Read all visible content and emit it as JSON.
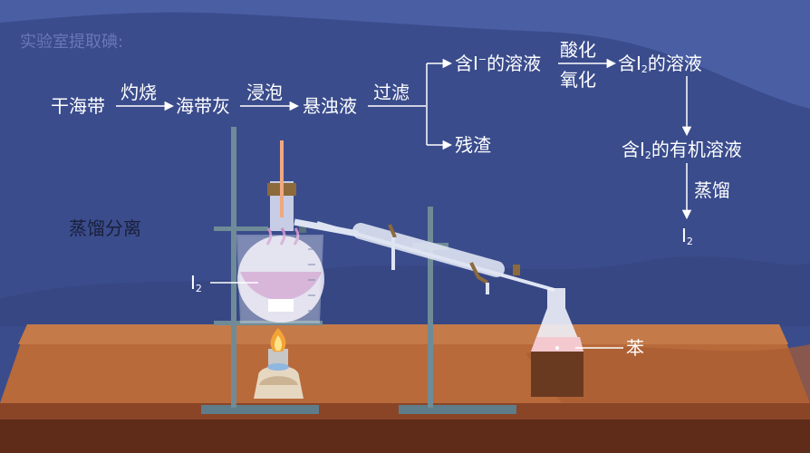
{
  "title": "实验室提取碘:",
  "flow": {
    "kelp": "干海带",
    "burn": "灼烧",
    "ash": "海带灰",
    "soak": "浸泡",
    "suspension": "悬浊液",
    "filter": "过滤",
    "iodide_pre": "含I",
    "iodide_sup": "−",
    "iodide_post": "的溶液",
    "acidify": "酸化",
    "oxidize": "氧化",
    "i2_pre": "含I",
    "i2_sub": "2",
    "i2_post": "的溶液",
    "residue": "残渣",
    "organic_pre": "含I",
    "organic_sub": "2",
    "organic_post": "的有机溶液",
    "distill": "蒸馏",
    "product": "I",
    "product_sub": "2"
  },
  "apparatus": {
    "section_label": "蒸馏分离",
    "flask_label": "I",
    "flask_label_sub": "2",
    "receiver_label": "苯"
  }
}
